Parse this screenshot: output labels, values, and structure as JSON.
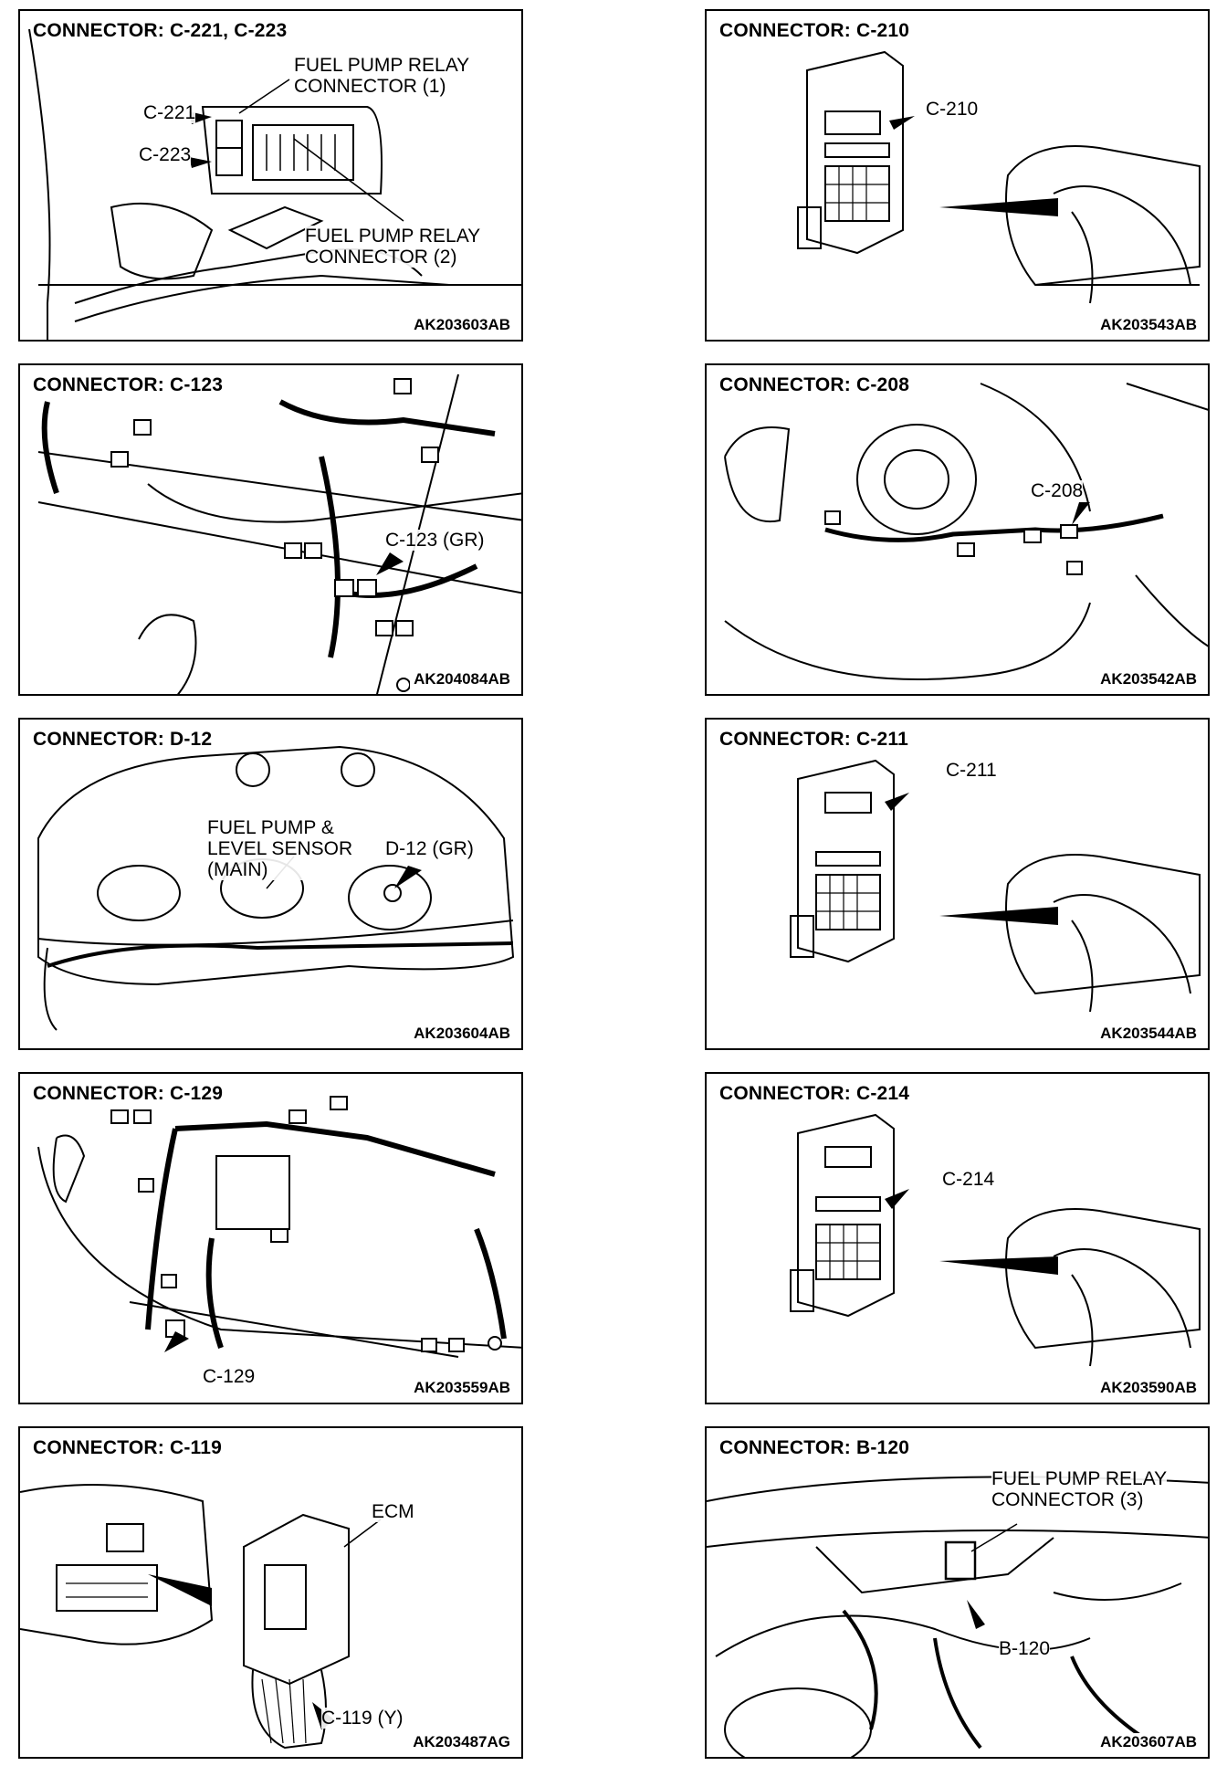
{
  "panels": [
    {
      "title": "CONNECTOR: C-221, C-223",
      "code": "AK203603AB",
      "labels": [
        "FUEL PUMP RELAY\nCONNECTOR (1)",
        "C-221",
        "C-223",
        "FUEL PUMP RELAY\nCONNECTOR (2)"
      ]
    },
    {
      "title": "CONNECTOR: C-210",
      "code": "AK203543AB",
      "labels": [
        "C-210"
      ]
    },
    {
      "title": "CONNECTOR: C-123",
      "code": "AK204084AB",
      "labels": [
        "C-123 (GR)"
      ]
    },
    {
      "title": "CONNECTOR: C-208",
      "code": "AK203542AB",
      "labels": [
        "C-208"
      ]
    },
    {
      "title": "CONNECTOR: D-12",
      "code": "AK203604AB",
      "labels": [
        "FUEL PUMP &\nLEVEL SENSOR\n(MAIN)",
        "D-12 (GR)"
      ]
    },
    {
      "title": "CONNECTOR: C-211",
      "code": "AK203544AB",
      "labels": [
        "C-211"
      ]
    },
    {
      "title": "CONNECTOR: C-129",
      "code": "AK203559AB",
      "labels": [
        "C-129"
      ]
    },
    {
      "title": "CONNECTOR: C-214",
      "code": "AK203590AB",
      "labels": [
        "C-214"
      ]
    },
    {
      "title": "CONNECTOR: C-119",
      "code": "AK203487AG",
      "labels": [
        "ECM",
        "C-119 (Y)"
      ]
    },
    {
      "title": "CONNECTOR: B-120",
      "code": "AK203607AB",
      "labels": [
        "FUEL PUMP RELAY\nCONNECTOR (3)",
        "B-120"
      ]
    }
  ]
}
